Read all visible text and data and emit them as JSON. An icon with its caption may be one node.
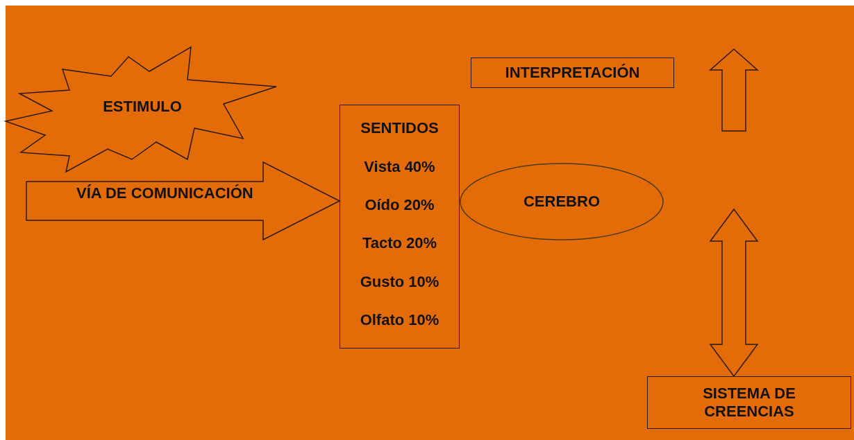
{
  "diagram": {
    "nodes": [
      {
        "text": [
          "ESTIMULO"
        ]
      },
      {
        "text": [
          "INTERPRETACIÓN"
        ]
      },
      {
        "text": [
          "SENTIDOS",
          "Vista 40%",
          "Oído 20%",
          "Tacto 20%",
          "Gusto 10%",
          "Olfato 10%"
        ]
      },
      {
        "text": [
          "CEREBRO"
        ]
      },
      {
        "text": [
          "SISTEMA DE CREENCIAS"
        ]
      }
    ],
    "edges": [
      {
        "from": null,
        "to": 2,
        "arrow": "to",
        "label": "VÍA DE COMUNICACIÓN"
      },
      {
        "from": null,
        "to": 4,
        "arrow": "both"
      }
    ]
  }
}
